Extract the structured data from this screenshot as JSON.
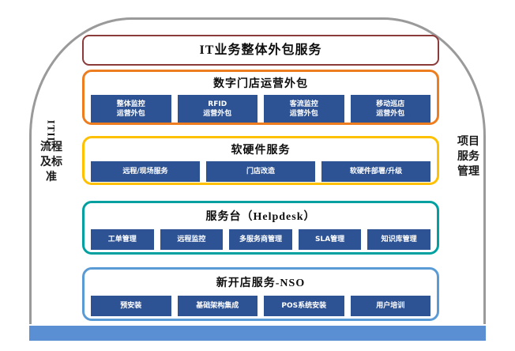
{
  "diagram": {
    "outer_frame": {
      "name": "arch-frame",
      "border_color": "#9a9a9a"
    },
    "bottom_bar": {
      "color": "#5b8fd4"
    },
    "side_labels": {
      "left": {
        "latin": "ITIL",
        "cjk": "流程及标准"
      },
      "right": {
        "cjk": "项目服务管理"
      }
    },
    "panels": [
      {
        "id": "panel-1",
        "title": "IT业务整体外包服务",
        "border_color": "#8c3b3b",
        "chips": []
      },
      {
        "id": "panel-2",
        "title": "数字门店运营外包",
        "border_color": "#ed7d1f",
        "chips": [
          {
            "line1": "整体监控",
            "line2": "运营外包"
          },
          {
            "line1": "RFID",
            "line2": "运营外包"
          },
          {
            "line1": "客流监控",
            "line2": "运营外包"
          },
          {
            "line1": "移动巡店",
            "line2": "运营外包"
          }
        ]
      },
      {
        "id": "panel-3",
        "title": "软硬件服务",
        "border_color": "#ffc000",
        "chips": [
          {
            "line1": "远程/现场服务"
          },
          {
            "line1": "门店改造"
          },
          {
            "line1": "软硬件部署/升级"
          }
        ]
      },
      {
        "id": "panel-4",
        "title": "服务台（Helpdesk）",
        "border_color": "#00a0a0",
        "chips": [
          {
            "line1": "工单管理"
          },
          {
            "line1": "远程监控"
          },
          {
            "line1": "多服务商管理"
          },
          {
            "line1": "SLA管理"
          },
          {
            "line1": "知识库管理"
          }
        ]
      },
      {
        "id": "panel-5",
        "title": "新开店服务-NSO",
        "border_color": "#5b9bd5",
        "chips": [
          {
            "line1": "预安装"
          },
          {
            "line1": "基础架构集成"
          },
          {
            "line1": "POS系统安装"
          },
          {
            "line1": "用户培训"
          }
        ]
      }
    ],
    "chip_color": "#2e5395"
  }
}
